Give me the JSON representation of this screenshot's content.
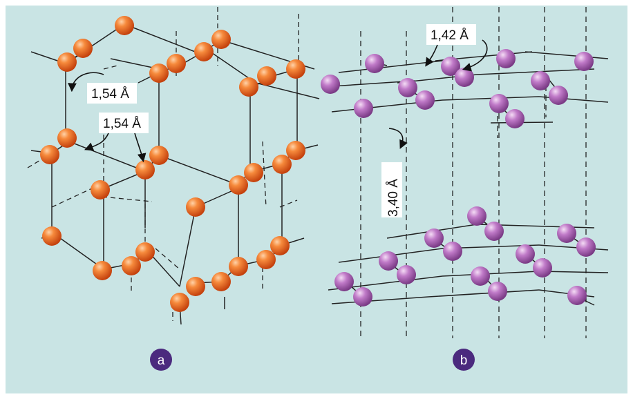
{
  "panel_a": {
    "bond_label_1": "1,54 Å",
    "bond_label_2": "1,54 Å",
    "panel_letter": "a",
    "atom_color": "#f0651e"
  },
  "panel_b": {
    "bond_label": "1,42 Å",
    "layer_spacing_label": "3,40 Å",
    "panel_letter": "b",
    "atom_color": "#b564bd"
  },
  "colors": {
    "background": "#c9e4e4",
    "frame": "#ffffff",
    "badge": "#4b2a7e",
    "line": "#222222"
  }
}
